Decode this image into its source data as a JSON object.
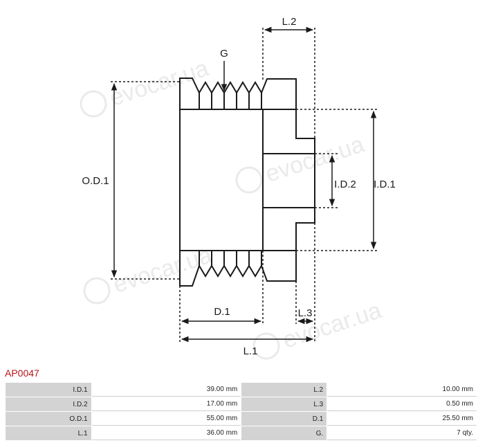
{
  "diagram": {
    "labels": {
      "g": "G",
      "od1": "O.D.1",
      "id1": "I.D.1",
      "id2": "I.D.2",
      "l2": "L.2",
      "l3": "L.3",
      "d1": "D.1",
      "l1": "L.1"
    },
    "watermark": "evocar.ua"
  },
  "part_code": "AP0047",
  "specs": [
    {
      "label1": "I.D.1",
      "value1": "39.00 mm",
      "label2": "L.2",
      "value2": "10.00 mm"
    },
    {
      "label1": "I.D.2",
      "value1": "17.00 mm",
      "label2": "L.3",
      "value2": "0.50 mm"
    },
    {
      "label1": "O.D.1",
      "value1": "55.00 mm",
      "label2": "D.1",
      "value2": "25.50 mm"
    },
    {
      "label1": "L.1",
      "value1": "36.00 mm",
      "label2": "G.",
      "value2": "7 qty."
    }
  ],
  "colors": {
    "line": "#1a1a1a",
    "part_code": "#b5121b",
    "label_cell": "#d3d3d3"
  }
}
